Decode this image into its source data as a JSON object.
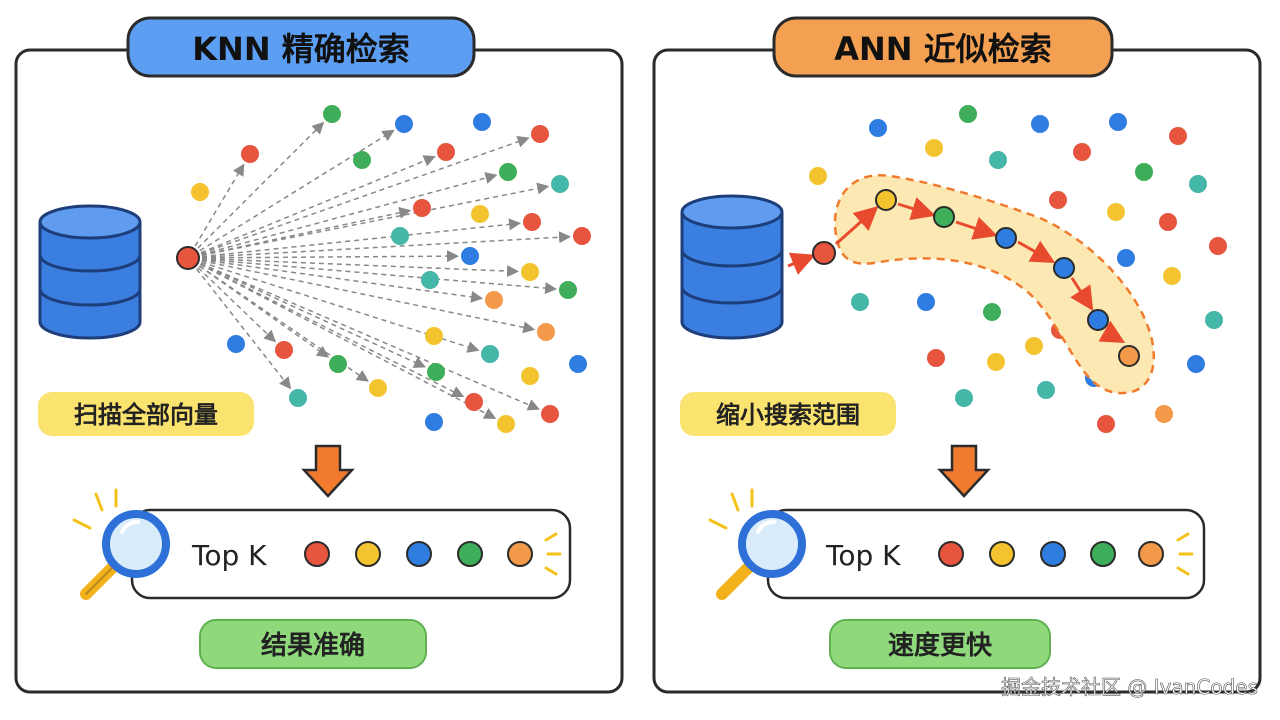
{
  "colors": {
    "red": "#e8553f",
    "yellow": "#f4c430",
    "blue": "#2f7de1",
    "green": "#3fae5a",
    "orange": "#f39a4a",
    "teal": "#44b7a8",
    "knn_title_bg": "#5b9ef2",
    "ann_title_bg": "#f4a052",
    "chip_yellow": "#fbe36f",
    "chip_green": "#8fd97c",
    "arrow_down": "#f07a2e",
    "path_highlight": "#fbe8b3",
    "path_arrow": "#e84a2e",
    "database": "#3a7ee0",
    "magnifier_blue": "#2f6fd8",
    "magnifier_handle": "#f3b21b"
  },
  "knn": {
    "title": "KNN 精确检索",
    "scan_label": "扫描全部向量",
    "topk_label": "Top K",
    "result_label": "结果准确"
  },
  "ann": {
    "title": "ANN 近似检索",
    "narrow_label": "缩小搜索范围",
    "topk_label": "Top K",
    "result_label": "速度更快"
  },
  "watermark": "掘金技术社区 @ IvanCodes"
}
